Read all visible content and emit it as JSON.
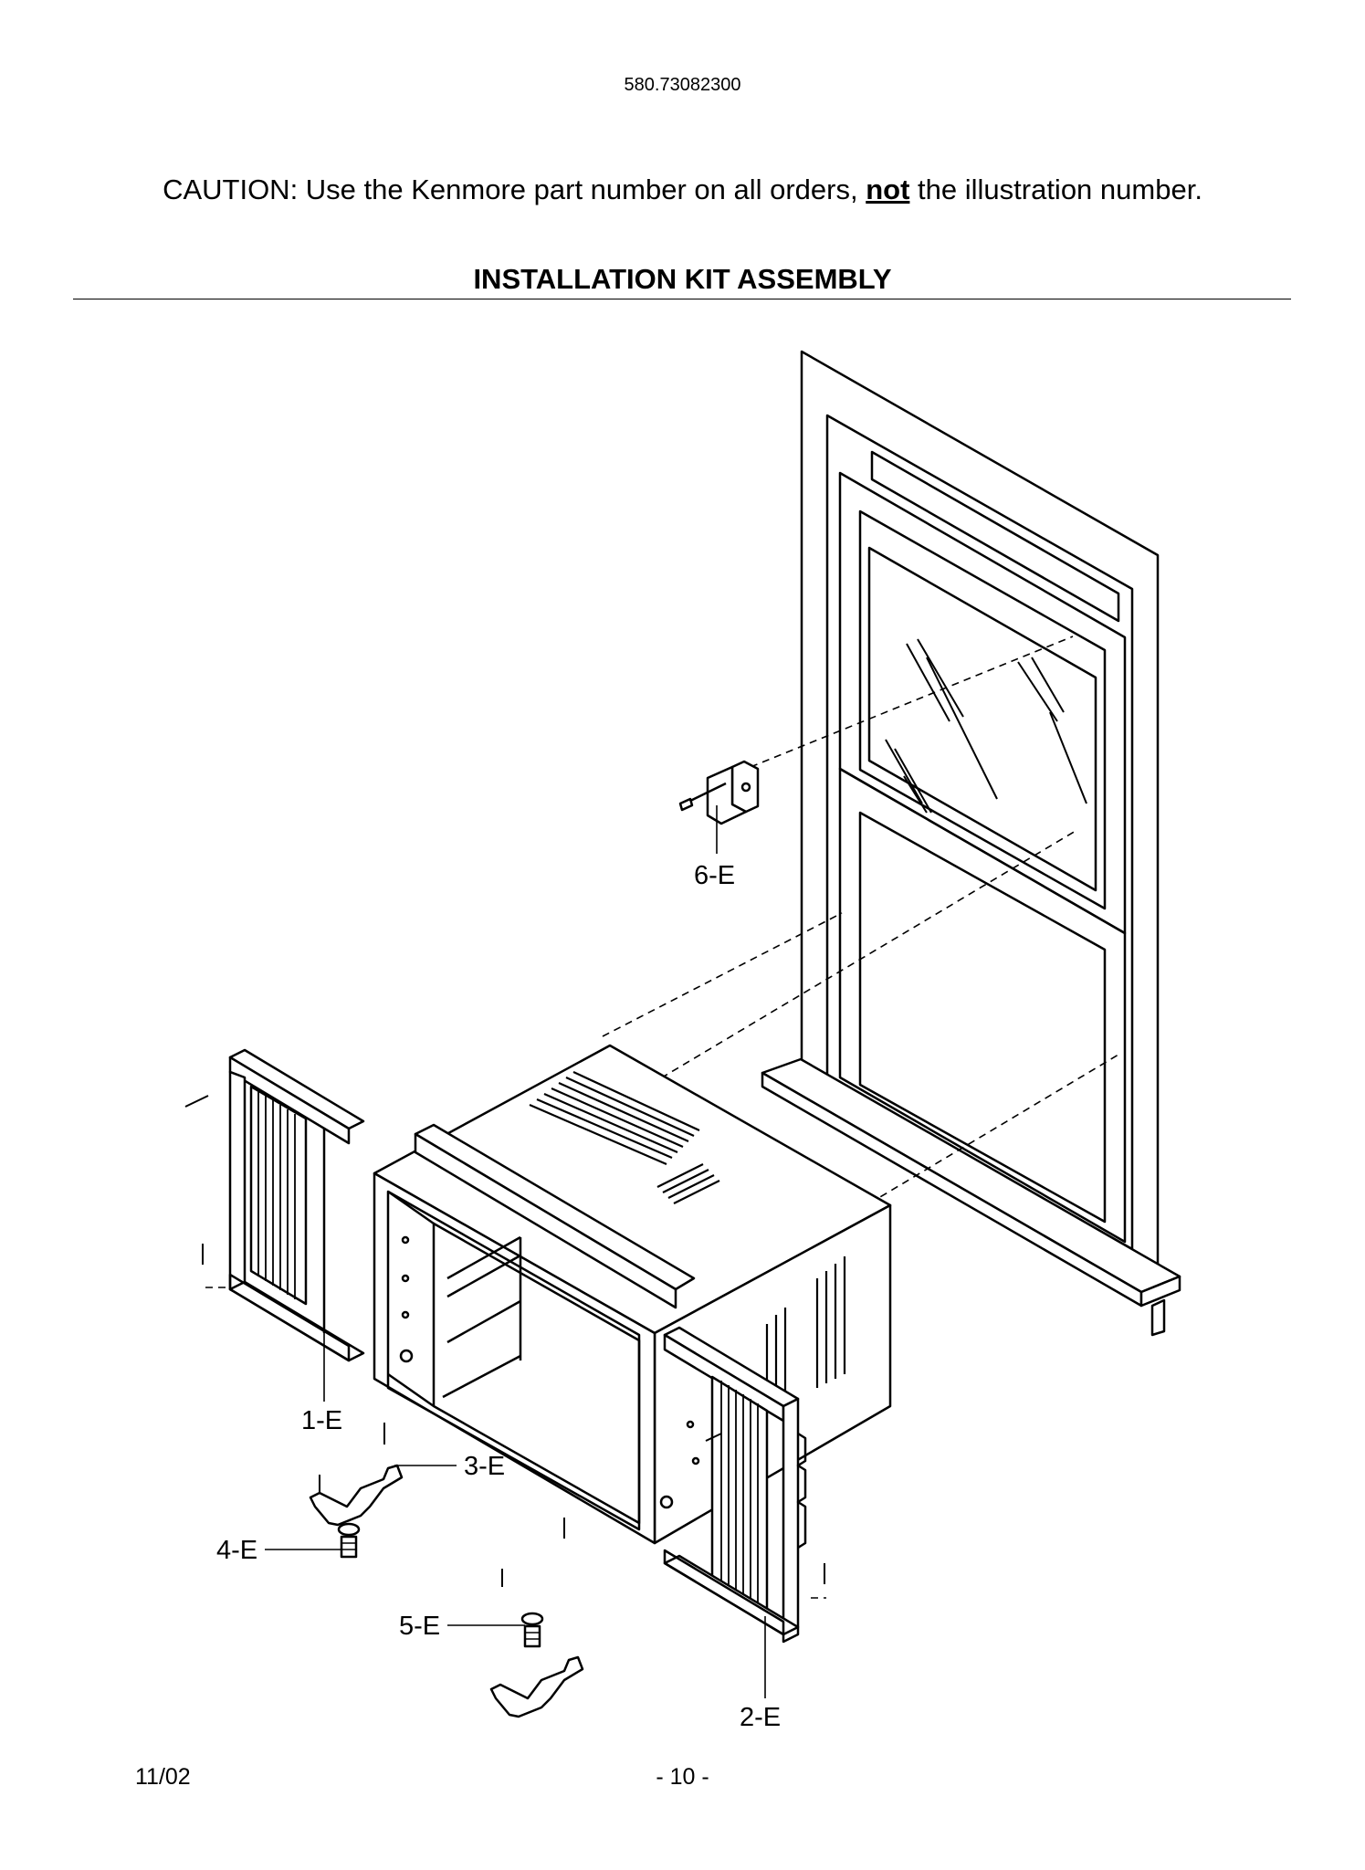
{
  "header": {
    "model_number": "580.73082300"
  },
  "caution": {
    "prefix": "CAUTION: Use the Kenmore part number on all orders, ",
    "emphasis": "not",
    "suffix": " the illustration number."
  },
  "section_title": "INSTALLATION KIT ASSEMBLY",
  "parts": {
    "p1": "1-E",
    "p2": "2-E",
    "p3": "3-E",
    "p4": "4-E",
    "p5": "5-E",
    "p6": "6-E"
  },
  "footer": {
    "date": "11/02",
    "page": "- 10 -"
  }
}
